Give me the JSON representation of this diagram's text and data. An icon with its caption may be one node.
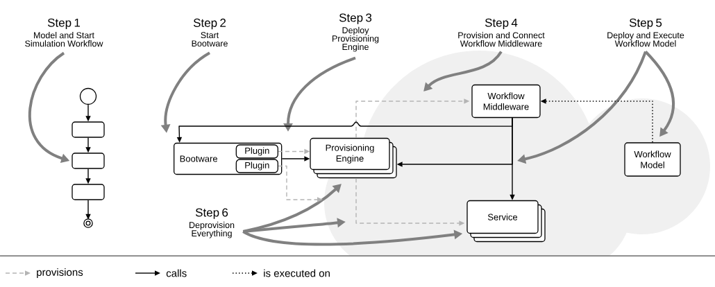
{
  "diagram": {
    "nodes": [
      {
        "text": [
          "Step 1",
          "Model and Start Simulation Workflow"
        ]
      },
      {
        "text": [
          "Step 2",
          "Start Bootware"
        ]
      },
      {
        "text": [
          "Step 3",
          "Deploy Provisioning Engine"
        ]
      },
      {
        "text": [
          "Step 4",
          "Provision and Connect Workflow Middleware"
        ]
      },
      {
        "text": [
          "Step 5",
          "Deploy and Execute Workflow Model"
        ]
      },
      {
        "text": [],
        "shape": "circle"
      },
      {
        "text": [],
        "shape": "box"
      },
      {
        "text": [],
        "shape": "box"
      },
      {
        "text": [],
        "shape": "box"
      },
      {
        "text": [],
        "shape": "circle"
      },
      {
        "text": [
          "Bootware"
        ]
      },
      {
        "text": [
          "Plugin"
        ],
        "in": 10
      },
      {
        "text": [
          "Plugin"
        ],
        "in": 10
      },
      {
        "text": [
          "Provisioning Engine"
        ]
      },
      {
        "text": [
          "Workflow Middleware"
        ]
      },
      {
        "text": [
          "Workflow Model"
        ]
      },
      {
        "text": [
          "Service"
        ]
      },
      {
        "text": [
          "Step 6",
          "Deprovision Everything"
        ]
      }
    ],
    "edges": [
      {
        "from": 5,
        "to": 6,
        "arrow": "to"
      },
      {
        "from": 6,
        "to": 7,
        "arrow": "to"
      },
      {
        "from": 7,
        "to": 8,
        "arrow": "to"
      },
      {
        "from": 8,
        "to": 9,
        "arrow": "to"
      },
      {
        "from": 0,
        "to": 7,
        "arrow": "to",
        "style": "thick",
        "color": "#808080"
      },
      {
        "from": 1,
        "to": 10,
        "arrow": "to",
        "style": "thick",
        "color": "#808080"
      },
      {
        "from": 2,
        "to": null,
        "arrow": "to",
        "style": "thick",
        "color": "#808080"
      },
      {
        "from": 3,
        "to": null,
        "arrow": "to",
        "style": "thick",
        "color": "#808080"
      },
      {
        "from": 4,
        "to": 15,
        "arrow": "to",
        "style": "thick",
        "color": "#808080"
      },
      {
        "from": 4,
        "to": null,
        "arrow": "to",
        "style": "thick",
        "color": "#808080"
      },
      {
        "from": 17,
        "to": 13,
        "arrow": "to",
        "style": "thick",
        "color": "#808080"
      },
      {
        "from": 17,
        "to": null,
        "arrow": "to",
        "style": "thick",
        "color": "#808080"
      },
      {
        "from": 17,
        "to": 16,
        "arrow": "to",
        "style": "thick",
        "color": "#808080"
      },
      {
        "from": 11,
        "to": 13,
        "arrow": "to",
        "style": "dashed",
        "color": "#b4b4b4"
      },
      {
        "from": 10,
        "to": 13,
        "arrow": "to"
      },
      {
        "from": 12,
        "to": null,
        "arrow": "to",
        "style": "dashed",
        "color": "#b4b4b4"
      },
      {
        "from": 13,
        "to": 14,
        "arrow": "to",
        "style": "dashed",
        "color": "#b4b4b4"
      },
      {
        "from": 13,
        "to": 16,
        "arrow": "to",
        "style": "dashed",
        "color": "#b4b4b4"
      },
      {
        "from": 14,
        "to": 10,
        "arrow": "to"
      },
      {
        "from": 14,
        "to": 13,
        "arrow": "to"
      },
      {
        "from": 14,
        "to": 16,
        "arrow": "to"
      },
      {
        "from": 15,
        "to": 14,
        "arrow": "to",
        "style": "dashed"
      }
    ],
    "legend": [
      {
        "text": "provisions"
      },
      {
        "text": "calls"
      },
      {
        "text": "is executed on"
      }
    ]
  }
}
